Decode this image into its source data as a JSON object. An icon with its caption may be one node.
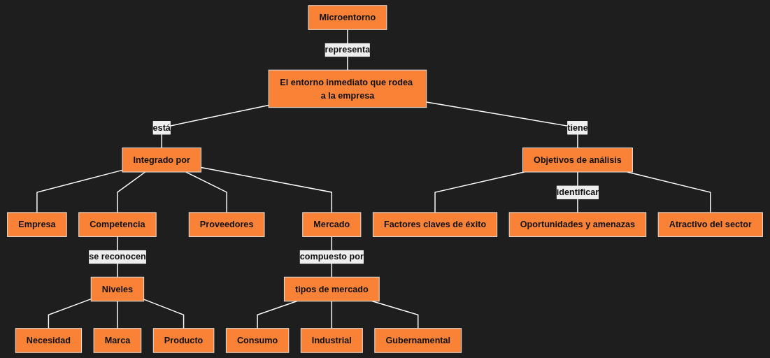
{
  "diagram": {
    "nodes": [
      {
        "text": [
          "Microentorno"
        ]
      },
      {
        "text": [
          "El entorno inmediato que rodea a la empresa"
        ]
      },
      {
        "text": [
          "Integrado por"
        ]
      },
      {
        "text": [
          "Objetivos de análisis"
        ]
      },
      {
        "text": [
          "Empresa"
        ]
      },
      {
        "text": [
          "Competencia"
        ]
      },
      {
        "text": [
          "Proveedores"
        ]
      },
      {
        "text": [
          "Mercado"
        ]
      },
      {
        "text": [
          "Niveles"
        ]
      },
      {
        "text": [
          "tipos de mercado"
        ]
      },
      {
        "text": [
          "Necesidad"
        ]
      },
      {
        "text": [
          "Marca"
        ]
      },
      {
        "text": [
          "Producto"
        ]
      },
      {
        "text": [
          "Consumo"
        ]
      },
      {
        "text": [
          "Industrial"
        ]
      },
      {
        "text": [
          "Gubernamental"
        ]
      },
      {
        "text": [
          "Factores claves de éxito"
        ]
      },
      {
        "text": [
          "Oportunidades y amenazas"
        ]
      },
      {
        "text": [
          "Atractivo del sector"
        ]
      }
    ],
    "edges": [
      {
        "from": 0,
        "to": 1,
        "arrow": "none",
        "label": "representa"
      },
      {
        "from": 1,
        "to": 2,
        "arrow": "none",
        "label": "está"
      },
      {
        "from": 1,
        "to": 3,
        "arrow": "none",
        "label": "tiene"
      },
      {
        "from": 2,
        "to": 4,
        "arrow": "none"
      },
      {
        "from": 2,
        "to": 5,
        "arrow": "none"
      },
      {
        "from": 2,
        "to": 6,
        "arrow": "none"
      },
      {
        "from": 2,
        "to": 7,
        "arrow": "none"
      },
      {
        "from": 5,
        "to": 8,
        "arrow": "none",
        "label": "se reconocen"
      },
      {
        "from": 7,
        "to": 9,
        "arrow": "none",
        "label": "compuesto por"
      },
      {
        "from": 8,
        "to": 10,
        "arrow": "none"
      },
      {
        "from": 8,
        "to": 11,
        "arrow": "none"
      },
      {
        "from": 8,
        "to": 12,
        "arrow": "none"
      },
      {
        "from": 9,
        "to": 13,
        "arrow": "none"
      },
      {
        "from": 9,
        "to": 14,
        "arrow": "none"
      },
      {
        "from": 9,
        "to": 15,
        "arrow": "none"
      },
      {
        "from": 3,
        "to": 16,
        "arrow": "none"
      },
      {
        "from": 3,
        "to": 17,
        "arrow": "none",
        "label": "identificar"
      },
      {
        "from": 3,
        "to": 18,
        "arrow": "none"
      }
    ]
  }
}
